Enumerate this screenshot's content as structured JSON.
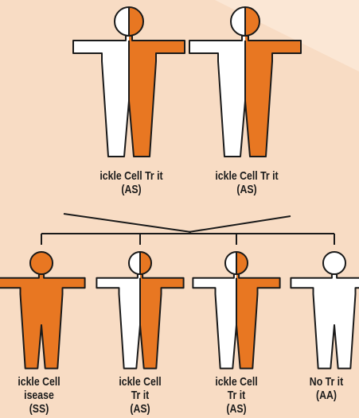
{
  "colors": {
    "background": "#f8dcc4",
    "background_light": "#fbe7d5",
    "orange": "#e87722",
    "outline": "#1a1a1a",
    "white": "#ffffff"
  },
  "parents": [
    {
      "id": "parent-left",
      "fill": "half",
      "line1": "ickle Cell Tr  it",
      "line2": "(AS)"
    },
    {
      "id": "parent-right",
      "fill": "half",
      "line1": "ickle Cell Tr  it",
      "line2": "(AS)"
    }
  ],
  "children": [
    {
      "id": "child-1",
      "fill": "orange",
      "line1": "ickle Cell",
      "line2": "isease",
      "line3": "(SS)"
    },
    {
      "id": "child-2",
      "fill": "half",
      "line1": "ickle Cell",
      "line2": "Tr  it",
      "line3": "(AS)"
    },
    {
      "id": "child-3",
      "fill": "half",
      "line1": "ickle Cell",
      "line2": "Tr  it",
      "line3": "(AS)"
    },
    {
      "id": "child-4",
      "fill": "white",
      "line1": "No Tr  it",
      "line2": "(AA)",
      "line3": ""
    }
  ]
}
